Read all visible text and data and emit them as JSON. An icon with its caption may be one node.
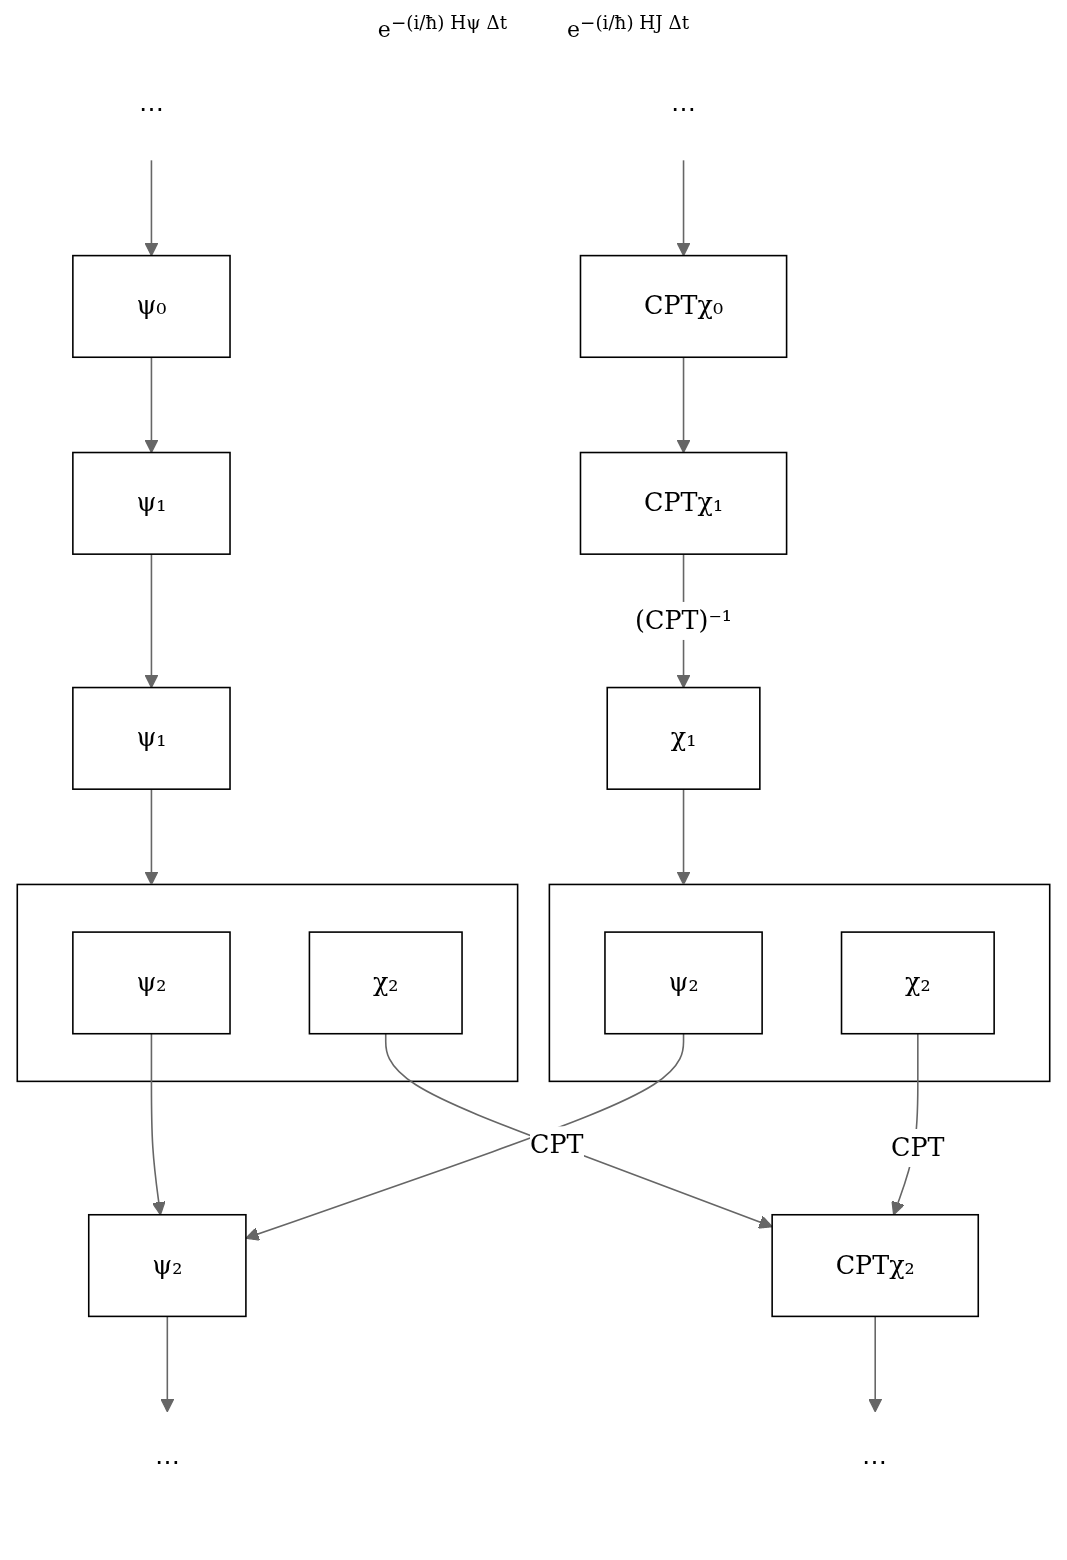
{
  "diagram": {
    "nodes": [
      {
        "text": [
          "⋯"
        ]
      },
      {
        "text": [
          "⋯"
        ]
      },
      {
        "text": [
          "ψ₀"
        ]
      },
      {
        "text": [
          "CPTχ₀"
        ]
      },
      {
        "text": [
          "ψ₁"
        ]
      },
      {
        "text": [
          "CPTχ₁"
        ]
      },
      {
        "text": [
          "ψ₁"
        ]
      },
      {
        "text": [
          "χ₁"
        ]
      },
      {
        "text": [],
        "shape": "box"
      },
      {
        "text": [
          "ψ₂"
        ],
        "in": 8
      },
      {
        "text": [
          "χ₂"
        ],
        "in": 8
      },
      {
        "text": [],
        "shape": "box"
      },
      {
        "text": [
          "ψ₂"
        ],
        "in": 11
      },
      {
        "text": [
          "χ₂"
        ],
        "in": 11
      },
      {
        "text": [
          "ψ₂"
        ]
      },
      {
        "text": [
          "CPTχ₂"
        ]
      },
      {
        "text": [
          "⋯"
        ]
      },
      {
        "text": [
          "⋯"
        ]
      }
    ],
    "edges": [
      {
        "from": 0,
        "to": 2,
        "arrow": "to"
      },
      {
        "from": 1,
        "to": 3,
        "arrow": "to"
      },
      {
        "from": 2,
        "to": 4,
        "arrow": "to"
      },
      {
        "from": 3,
        "to": 5,
        "arrow": "to"
      },
      {
        "from": 4,
        "to": 6,
        "arrow": "to"
      },
      {
        "from": 5,
        "to": 7,
        "arrow": "to",
        "label": "(CPT)⁻¹"
      },
      {
        "from": 6,
        "to": 8,
        "arrow": "to"
      },
      {
        "from": 7,
        "to": 11,
        "arrow": "to"
      },
      {
        "from": 9,
        "to": 14,
        "arrow": "to"
      },
      {
        "from": 10,
        "to": 15,
        "arrow": "to",
        "label": "CPT"
      },
      {
        "from": 12,
        "to": 14,
        "arrow": "to"
      },
      {
        "from": 13,
        "to": 15,
        "arrow": "to",
        "label": "CPT"
      },
      {
        "from": 14,
        "to": 16,
        "arrow": "to"
      },
      {
        "from": 15,
        "to": 17,
        "arrow": "to"
      }
    ],
    "labels": [
      "e$^{−(i/ħ) Hψ Δt}$",
      "e$^{−(i/ħ) HJ Δt}$"
    ]
  }
}
